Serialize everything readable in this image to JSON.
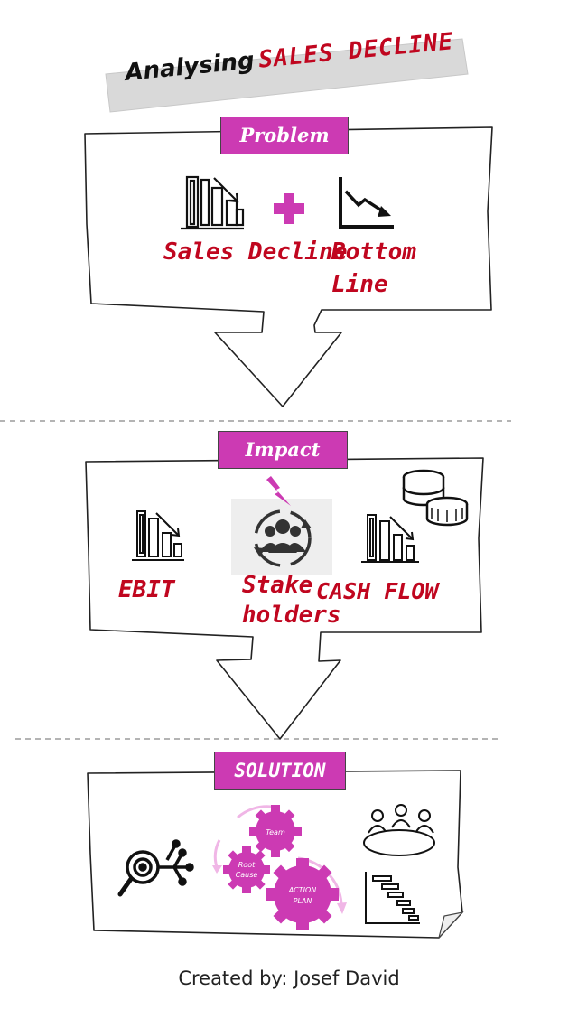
{
  "title": {
    "prefix": "Analysing",
    "highlight": "SALES DECLINE"
  },
  "sections": [
    {
      "tab": "Problem",
      "labels": [
        "Sales Decline",
        "Bottom",
        "Line"
      ]
    },
    {
      "tab": "Impact",
      "labels": [
        "EBIT",
        "Stake",
        "holders",
        "CASH FLOW"
      ]
    },
    {
      "tab": "SOLUTION",
      "gears": [
        "Team",
        "Root",
        "Cause",
        "ACTION",
        "PLAN"
      ]
    }
  ],
  "credit": "Created by: Josef David",
  "colors": {
    "accent": "#cc3ab3",
    "red_text": "#c0061f",
    "title_band": "#d9d9d9",
    "dark_icon": "#222222"
  },
  "icons": [
    "bar-chart-down-icon",
    "plus-icon",
    "line-chart-down-icon",
    "stakeholders-icon",
    "lightning-icon",
    "coins-icon",
    "target-analysis-icon",
    "gears-icon",
    "meeting-table-icon",
    "gantt-chart-icon"
  ]
}
